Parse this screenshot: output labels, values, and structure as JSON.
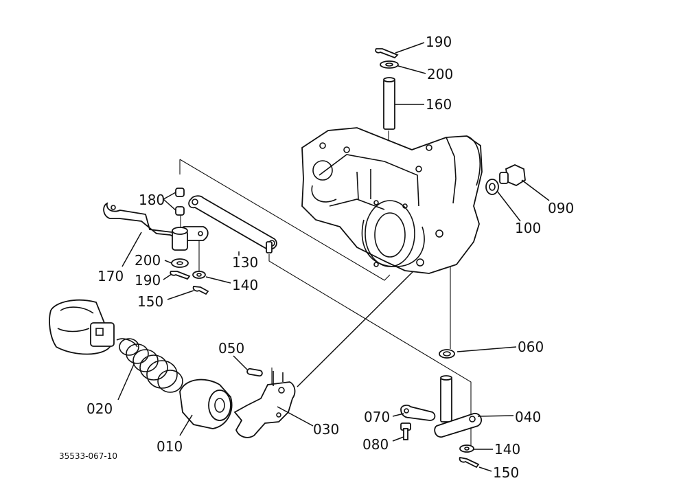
{
  "drawing_id": "35533-067-10",
  "labels": [
    {
      "id": "190",
      "text": "190"
    },
    {
      "id": "200",
      "text": "200"
    },
    {
      "id": "160",
      "text": "160"
    },
    {
      "id": "090",
      "text": "090"
    },
    {
      "id": "100",
      "text": "100"
    },
    {
      "id": "180",
      "text": "180"
    },
    {
      "id": "170",
      "text": "170"
    },
    {
      "id": "130",
      "text": "130"
    },
    {
      "id": "200b",
      "text": "200"
    },
    {
      "id": "190b",
      "text": "190"
    },
    {
      "id": "140",
      "text": "140"
    },
    {
      "id": "150",
      "text": "150"
    },
    {
      "id": "050",
      "text": "050"
    },
    {
      "id": "060",
      "text": "060"
    },
    {
      "id": "020",
      "text": "020"
    },
    {
      "id": "030",
      "text": "030"
    },
    {
      "id": "070",
      "text": "070"
    },
    {
      "id": "040",
      "text": "040"
    },
    {
      "id": "010",
      "text": "010"
    },
    {
      "id": "080",
      "text": "080"
    },
    {
      "id": "140b",
      "text": "140"
    },
    {
      "id": "150b",
      "text": "150"
    }
  ]
}
